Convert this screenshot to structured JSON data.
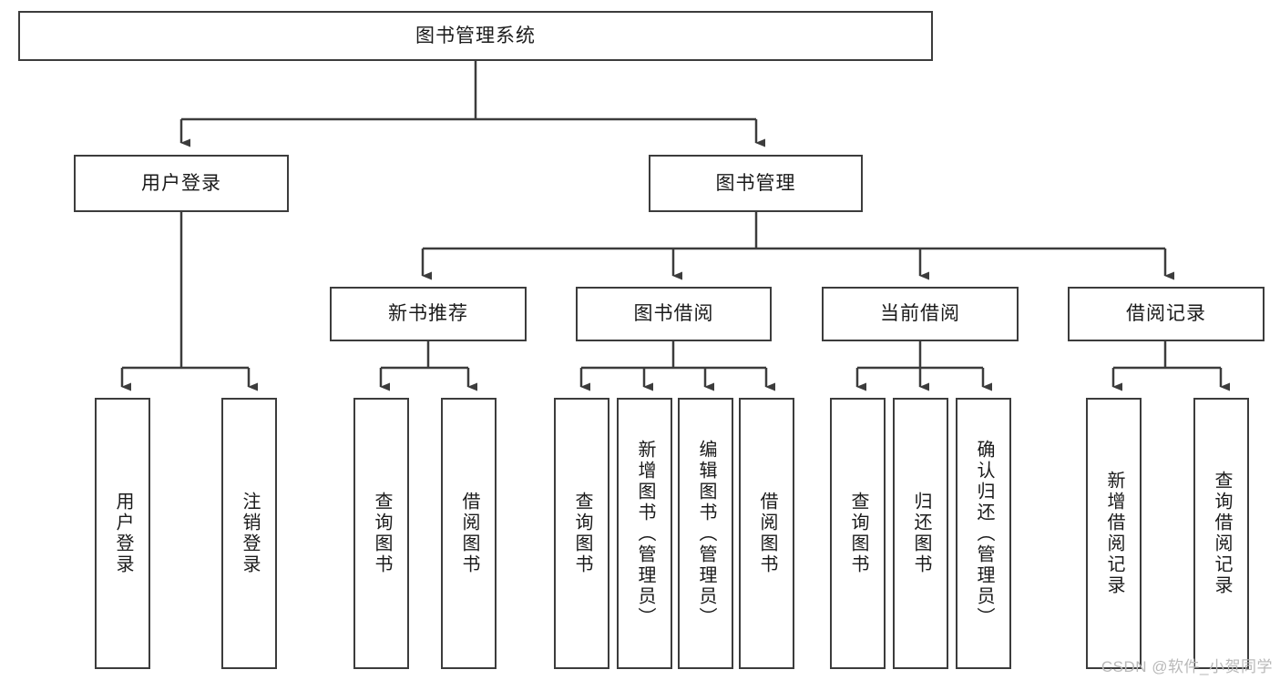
{
  "diagram": {
    "title": "图书管理系统",
    "watermark": "CSDN @软件_小贺同学",
    "colors": {
      "box_border": "#3c3c3c",
      "box_fill": "#ffffff",
      "line": "#3c3c3c",
      "text": "#1a1a1a",
      "watermark": "#b9b9b9",
      "background": "#ffffff"
    },
    "root": {
      "label": "图书管理系统"
    },
    "level2": [
      {
        "label": "用户登录"
      },
      {
        "label": "图书管理"
      }
    ],
    "level3": [
      {
        "label": "新书推荐"
      },
      {
        "label": "图书借阅"
      },
      {
        "label": "当前借阅"
      },
      {
        "label": "借阅记录"
      }
    ],
    "leaves": {
      "user_login": [
        {
          "label": "用户登录"
        },
        {
          "label": "注销登录"
        }
      ],
      "new_book_recommend": [
        {
          "label": "查询图书"
        },
        {
          "label": "借阅图书"
        }
      ],
      "book_borrow": [
        {
          "label": "查询图书"
        },
        {
          "label": "新增图书（管理员）"
        },
        {
          "label": "编辑图书（管理员）"
        },
        {
          "label": "借阅图书"
        }
      ],
      "current_borrow": [
        {
          "label": "查询图书"
        },
        {
          "label": "归还图书"
        },
        {
          "label": "确认归还（管理员）"
        }
      ],
      "borrow_record": [
        {
          "label": "新增借阅记录"
        },
        {
          "label": "查询借阅记录"
        }
      ]
    }
  }
}
